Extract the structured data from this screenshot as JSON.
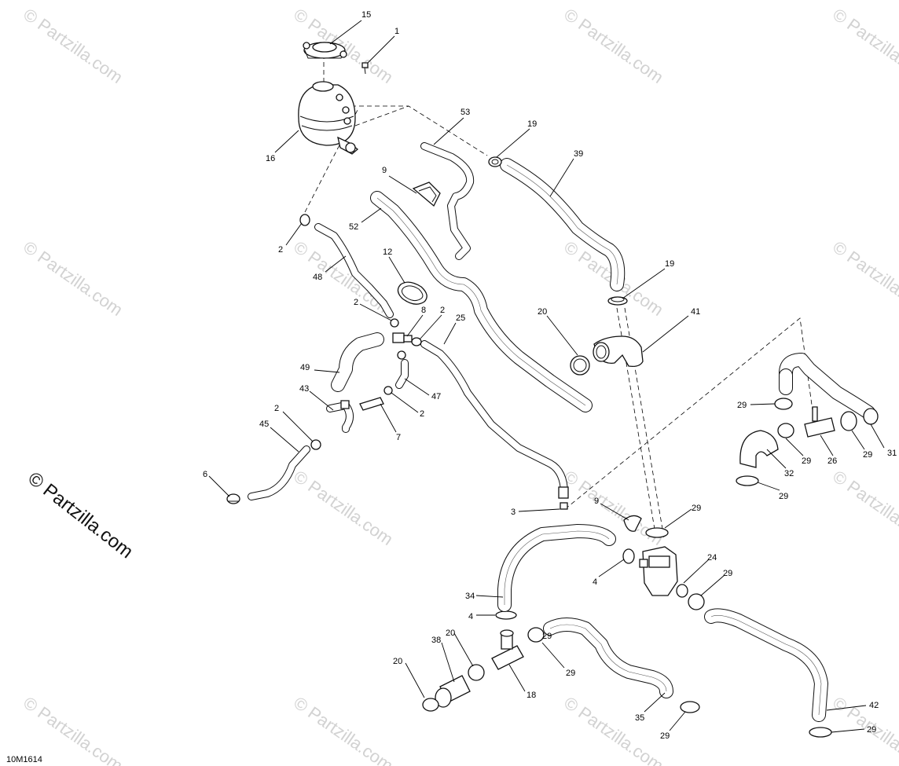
{
  "diagram": {
    "ref_code": "10M1614",
    "brand_watermark": "© Partzilla.com",
    "tile_watermark": "© Partzilla.com",
    "callouts": {
      "c1": "1",
      "c2a": "2",
      "c2b": "2",
      "c2c": "2",
      "c2d": "2",
      "c2e": "2",
      "c3": "3",
      "c4a": "4",
      "c4b": "4",
      "c6": "6",
      "c7": "7",
      "c8": "8",
      "c9a": "9",
      "c9b": "9",
      "c12": "12",
      "c15": "15",
      "c16": "16",
      "c18": "18",
      "c19a": "19",
      "c19b": "19",
      "c20a": "20",
      "c20b": "20",
      "c20c": "20",
      "c24": "24",
      "c25": "25",
      "c26": "26",
      "c29a": "29",
      "c29b": "29",
      "c29c": "29",
      "c29d": "29",
      "c29e": "29",
      "c29f": "29",
      "c29g": "29",
      "c29h": "29",
      "c29i": "29",
      "c29j": "29",
      "c31": "31",
      "c32": "32",
      "c34": "34",
      "c35": "35",
      "c38": "38",
      "c39": "39",
      "c41": "41",
      "c42": "42",
      "c43": "43",
      "c45": "45",
      "c47": "47",
      "c48": "48",
      "c49": "49",
      "c52": "52",
      "c53": "53"
    }
  }
}
